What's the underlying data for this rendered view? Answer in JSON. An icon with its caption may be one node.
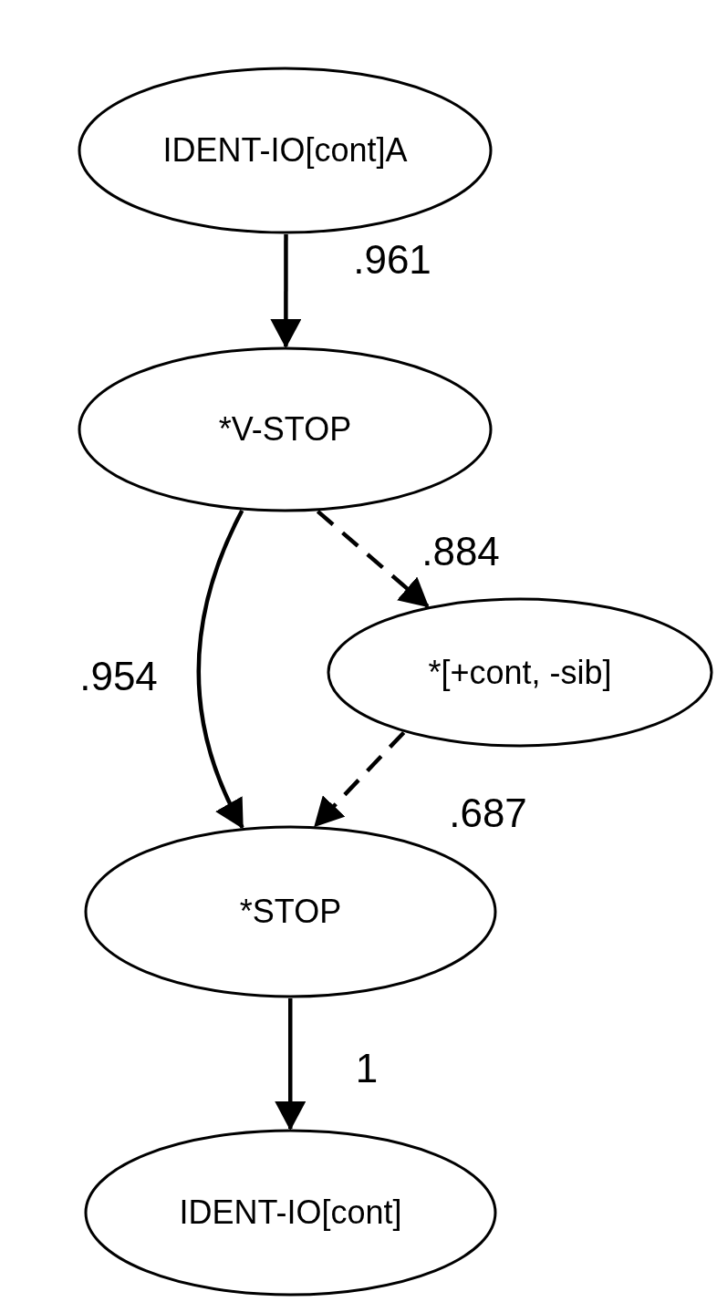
{
  "diagram": {
    "nodes": [
      {
        "text": [
          "IDENT-IO[cont]A"
        ]
      },
      {
        "text": [
          "*V-STOP"
        ]
      },
      {
        "text": [
          "*[+cont, -sib]"
        ]
      },
      {
        "text": [
          "*STOP"
        ]
      },
      {
        "text": [
          "IDENT-IO[cont]"
        ]
      }
    ],
    "edges": [
      {
        "from": 0,
        "to": 1,
        "arrow": "to",
        "label": ".961"
      },
      {
        "from": 1,
        "to": 2,
        "arrow": "to",
        "label": ".884",
        "style": "dashed"
      },
      {
        "from": 1,
        "to": 3,
        "arrow": "to",
        "label": ".954"
      },
      {
        "from": 2,
        "to": 3,
        "arrow": "to",
        "label": ".687",
        "style": "dashed"
      },
      {
        "from": 3,
        "to": 4,
        "arrow": "to",
        "label": "1"
      }
    ]
  }
}
